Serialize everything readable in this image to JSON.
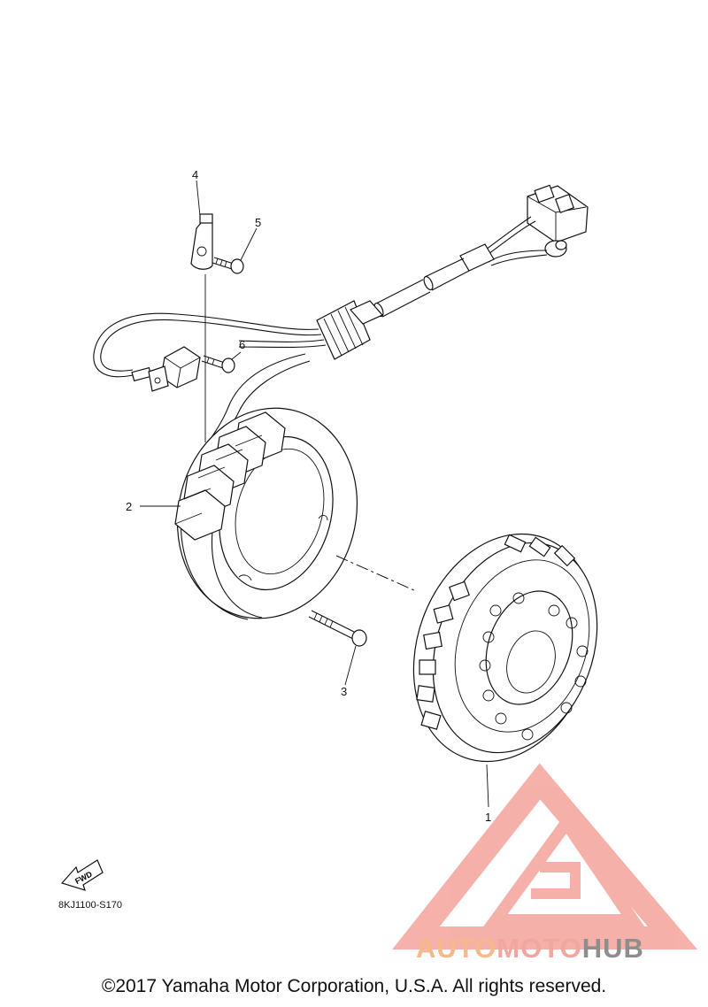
{
  "callouts": [
    "1",
    "2",
    "3",
    "4",
    "5",
    "6"
  ],
  "fwd_label": "FWD",
  "diagram_code": "8KJ1100-S170",
  "copyright": "©2017 Yamaha Motor Corporation, U.S.A. All rights reserved.",
  "watermark": {
    "part1": "AUTO",
    "part2": "MOTO",
    "part3": "HUB",
    "colors": {
      "auto": "#f6b98a",
      "moto": "#f2a6a0",
      "hub": "#8e8e8e",
      "logo": "#f4a39b"
    }
  }
}
